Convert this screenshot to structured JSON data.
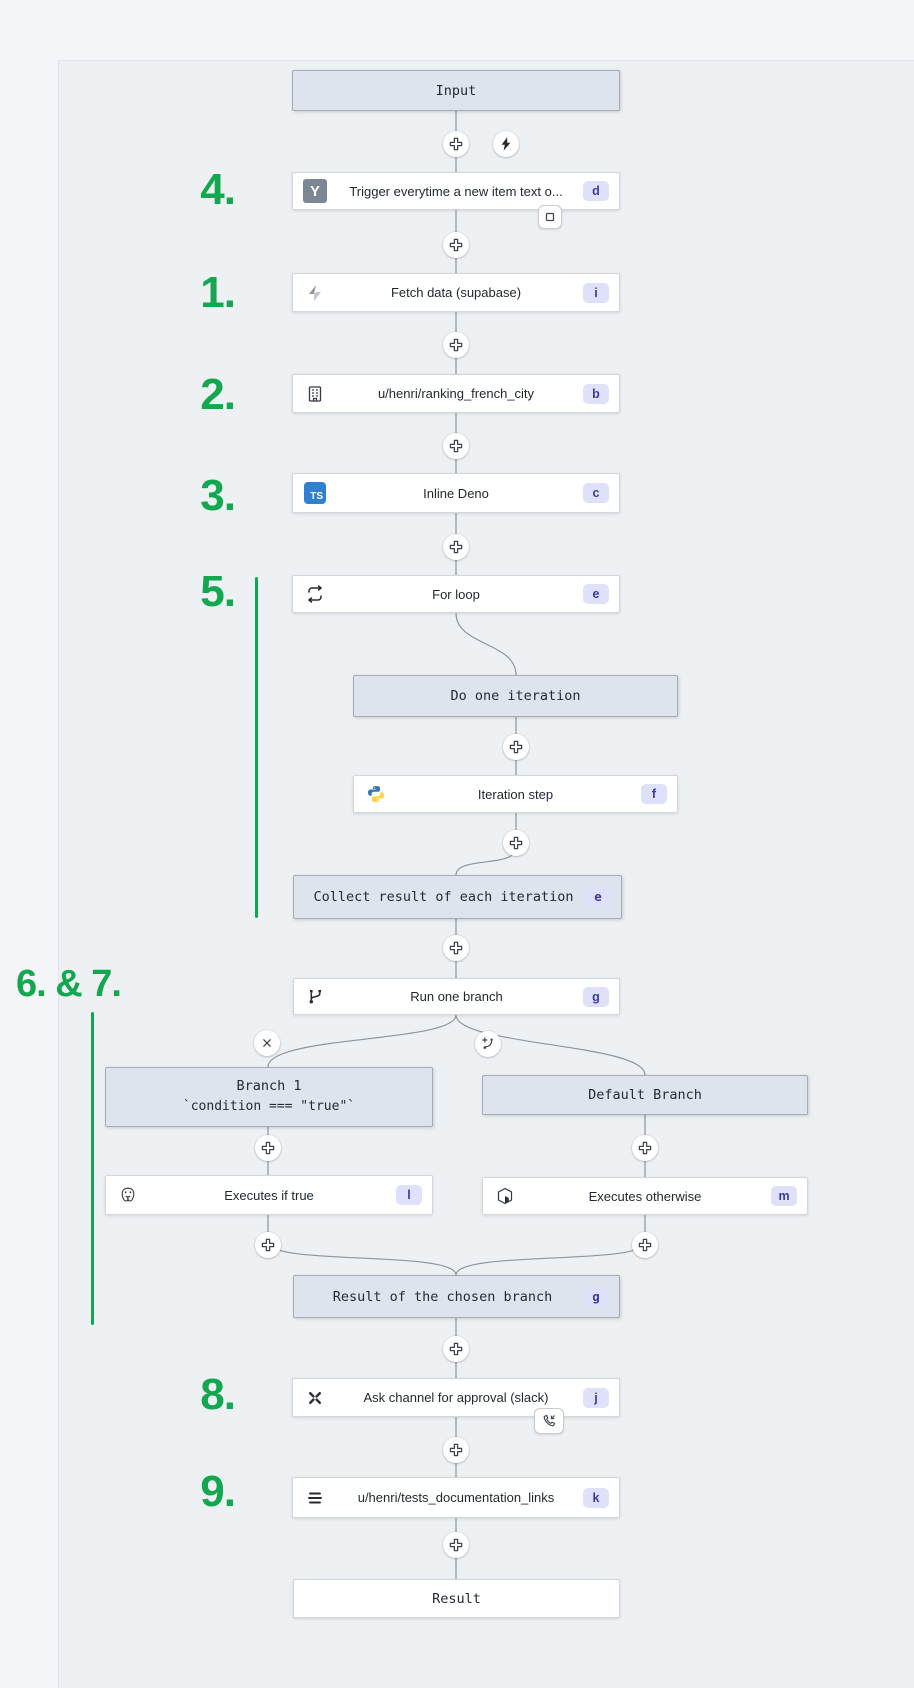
{
  "flow": {
    "input": {
      "label": "Input"
    },
    "trigger": {
      "label": "Trigger everytime a new item text o...",
      "badge": "d"
    },
    "fetch": {
      "label": "Fetch data (supabase)",
      "badge": "i"
    },
    "ranking": {
      "label": "u/henri/ranking_french_city",
      "badge": "b"
    },
    "deno": {
      "label": "Inline Deno",
      "badge": "c"
    },
    "forloop": {
      "label": "For loop",
      "badge": "e"
    },
    "do_iteration": {
      "label": "Do one iteration"
    },
    "iteration_step": {
      "label": "Iteration step",
      "badge": "f"
    },
    "collect": {
      "label": "Collect result of each iteration",
      "badge": "e"
    },
    "run_branch": {
      "label": "Run one branch",
      "badge": "g"
    },
    "branch1": {
      "label": "Branch 1",
      "sublabel": "`condition === \"true\"`"
    },
    "default_branch": {
      "label": "Default Branch"
    },
    "exec_true": {
      "label": "Executes if true",
      "badge": "l"
    },
    "exec_otherwise": {
      "label": "Executes otherwise",
      "badge": "m"
    },
    "result_branch": {
      "label": "Result of the chosen branch",
      "badge": "g"
    },
    "ask_approval": {
      "label": "Ask channel for approval (slack)",
      "badge": "j"
    },
    "doc_links": {
      "label": "u/henri/tests_documentation_links",
      "badge": "k"
    },
    "result": {
      "label": "Result"
    }
  },
  "icons": {
    "trigger_glyph": "Y",
    "deno_glyph": "TS"
  },
  "annotations": {
    "step4": "4.",
    "step1": "1.",
    "step2": "2.",
    "step3": "3.",
    "step5": "5.",
    "step6_7": "6. & 7.",
    "step8": "8.",
    "step9": "9."
  },
  "colors": {
    "accent_green": "#13a84f",
    "badge_bg": "#dfe1fb",
    "badge_text": "#3b3aa5",
    "virtual_node_bg": "#dee4ee",
    "edge": "#8e939d",
    "canvas_bg": "#eef1f4",
    "deno_blue": "#2f7fd3",
    "python_blue": "#3a76ab",
    "python_yellow": "#ffd242"
  }
}
